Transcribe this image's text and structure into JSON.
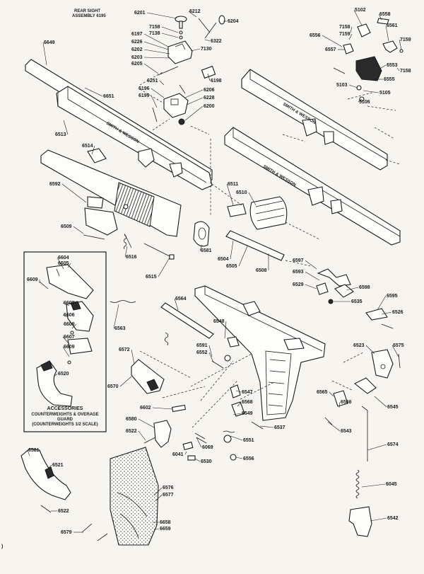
{
  "header": {
    "rear_sight_line1": "REAR SIGHT",
    "rear_sight_line2": "ASSEMBLY 6195"
  },
  "accessories": {
    "title": "ACCESSORIES",
    "line1": "COUNTERWEIGHTS & OVERAGE",
    "line2": "GUARD",
    "line3": "(COUNTERWEIGHTS 1/2 SCALE)"
  },
  "slide_marking": "SMITH & WESSON",
  "page_marker": ")",
  "parts": [
    {
      "id": "6201"
    },
    {
      "id": "6212"
    },
    {
      "id": "6204"
    },
    {
      "id": "7158"
    },
    {
      "id": "7138"
    },
    {
      "id": "6197"
    },
    {
      "id": "6226"
    },
    {
      "id": "6202"
    },
    {
      "id": "6203"
    },
    {
      "id": "6205"
    },
    {
      "id": "6322"
    },
    {
      "id": "7130"
    },
    {
      "id": "6198"
    },
    {
      "id": "6251"
    },
    {
      "id": "6196"
    },
    {
      "id": "6199"
    },
    {
      "id": "6206"
    },
    {
      "id": "6228"
    },
    {
      "id": "6200"
    },
    {
      "id": "6649"
    },
    {
      "id": "6651"
    },
    {
      "id": "6513"
    },
    {
      "id": "6514"
    },
    {
      "id": "6592"
    },
    {
      "id": "6509"
    },
    {
      "id": "6516"
    },
    {
      "id": "6515"
    },
    {
      "id": "5102"
    },
    {
      "id": "6558"
    },
    {
      "id": "7158"
    },
    {
      "id": "7159"
    },
    {
      "id": "6556"
    },
    {
      "id": "6561"
    },
    {
      "id": "6557"
    },
    {
      "id": "7159"
    },
    {
      "id": "6553"
    },
    {
      "id": "7158"
    },
    {
      "id": "5103"
    },
    {
      "id": "6555"
    },
    {
      "id": "5105"
    },
    {
      "id": "5106"
    },
    {
      "id": "6511"
    },
    {
      "id": "6510"
    },
    {
      "id": "6581"
    },
    {
      "id": "6504"
    },
    {
      "id": "6505"
    },
    {
      "id": "6508"
    },
    {
      "id": "6597"
    },
    {
      "id": "6593"
    },
    {
      "id": "6529"
    },
    {
      "id": "6598"
    },
    {
      "id": "6535"
    },
    {
      "id": "6595"
    },
    {
      "id": "6526"
    },
    {
      "id": "6604"
    },
    {
      "id": "6605"
    },
    {
      "id": "6609"
    },
    {
      "id": "6608"
    },
    {
      "id": "6606"
    },
    {
      "id": "6609"
    },
    {
      "id": "6607"
    },
    {
      "id": "6609"
    },
    {
      "id": "6520"
    },
    {
      "id": "6563"
    },
    {
      "id": "6564"
    },
    {
      "id": "6548"
    },
    {
      "id": "6591"
    },
    {
      "id": "6552"
    },
    {
      "id": "6572"
    },
    {
      "id": "6570"
    },
    {
      "id": "6523"
    },
    {
      "id": "6575"
    },
    {
      "id": "6545"
    },
    {
      "id": "6565"
    },
    {
      "id": "6566"
    },
    {
      "id": "6547"
    },
    {
      "id": "6568"
    },
    {
      "id": "6549"
    },
    {
      "id": "6543"
    },
    {
      "id": "6537"
    },
    {
      "id": "6602"
    },
    {
      "id": "6580"
    },
    {
      "id": "6522"
    },
    {
      "id": "6041"
    },
    {
      "id": "6069"
    },
    {
      "id": "6530"
    },
    {
      "id": "6551"
    },
    {
      "id": "6556"
    },
    {
      "id": "6574"
    },
    {
      "id": "6581"
    },
    {
      "id": "6521"
    },
    {
      "id": "6522"
    },
    {
      "id": "6576"
    },
    {
      "id": "6577"
    },
    {
      "id": "6045"
    },
    {
      "id": "6658"
    },
    {
      "id": "6659"
    },
    {
      "id": "6579"
    },
    {
      "id": "6542"
    }
  ]
}
